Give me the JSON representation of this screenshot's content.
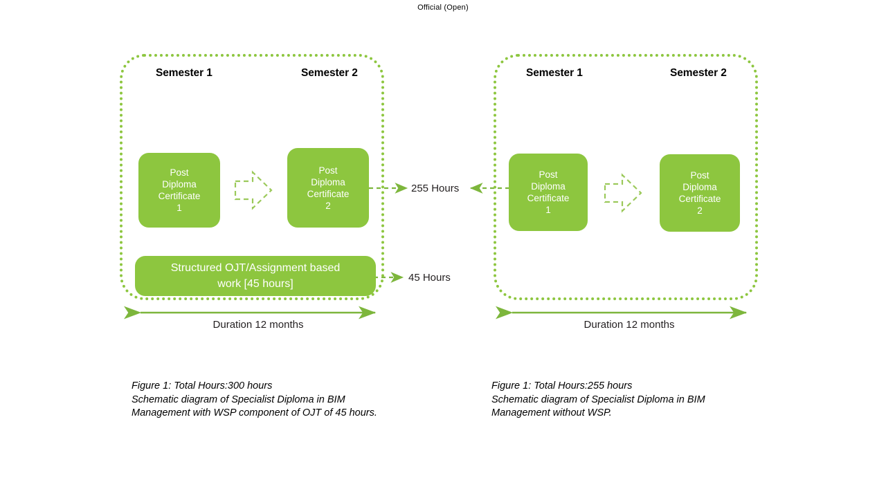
{
  "header": {
    "classification": "Official (Open)"
  },
  "colors": {
    "green": "#8DC63F",
    "text_dark": "#231f20",
    "box_text": "#ffffff"
  },
  "diagrams": [
    {
      "id": "with-wsp",
      "semester1_label": "Semester 1",
      "semester2_label": "Semester 2",
      "cert1_text": "Post\nDiploma\nCertificate\n1",
      "cert2_text": "Post\nDiploma\nCertificate\n2",
      "ojt_text": "Structured OJT/Assignment based\nwork [45 hours]",
      "hours_main": "255 Hours",
      "hours_ojt": "45 Hours",
      "duration_label": "Duration 12 months",
      "caption": "Figure 1: Total Hours:300 hours\nSchematic diagram of Specialist Diploma in BIM\nManagement with WSP component of OJT of 45 hours."
    },
    {
      "id": "without-wsp",
      "semester1_label": "Semester 1",
      "semester2_label": "Semester 2",
      "cert1_text": "Post\nDiploma\nCertificate\n1",
      "cert2_text": "Post\nDiploma\nCertificate\n2",
      "duration_label": "Duration 12 months",
      "caption": "Figure 1: Total Hours:255 hours\nSchematic diagram of Specialist Diploma in BIM\nManagement without WSP."
    }
  ]
}
